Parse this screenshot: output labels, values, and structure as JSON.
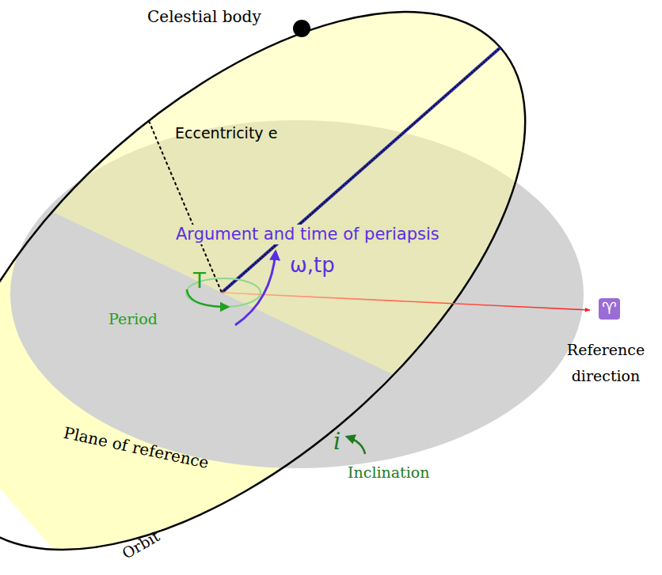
{
  "diagram": {
    "labels": [
      "Celestial body",
      "Eccentricity e",
      "Argument and time of periapsis",
      "ω,tp",
      "T",
      "Period",
      "♈",
      "Reference direction",
      "Plane of reference",
      "i",
      "Inclination",
      "Orbit"
    ]
  }
}
